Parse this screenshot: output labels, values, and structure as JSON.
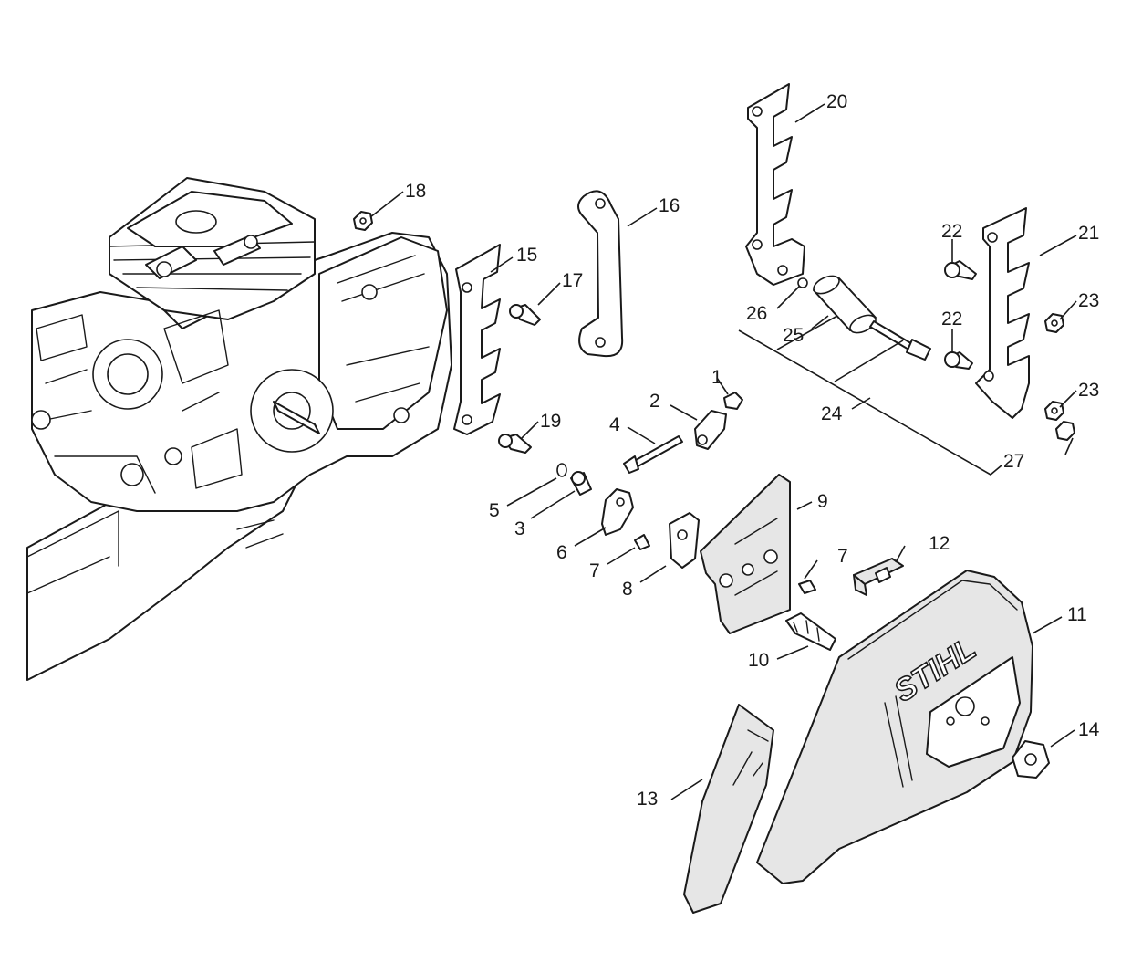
{
  "callouts": {
    "c1": "1",
    "c2": "2",
    "c3": "3",
    "c4": "4",
    "c5": "5",
    "c6": "6",
    "c7a": "7",
    "c7b": "7",
    "c8": "8",
    "c9": "9",
    "c10": "10",
    "c11": "11",
    "c12": "12",
    "c13": "13",
    "c14": "14",
    "c15": "15",
    "c16": "16",
    "c17": "17",
    "c18": "18",
    "c19": "19",
    "c20": "20",
    "c21": "21",
    "c22a": "22",
    "c22b": "22",
    "c23a": "23",
    "c23b": "23",
    "c24": "24",
    "c25": "25",
    "c26": "26",
    "c27": "27"
  },
  "brand": "STIHL"
}
